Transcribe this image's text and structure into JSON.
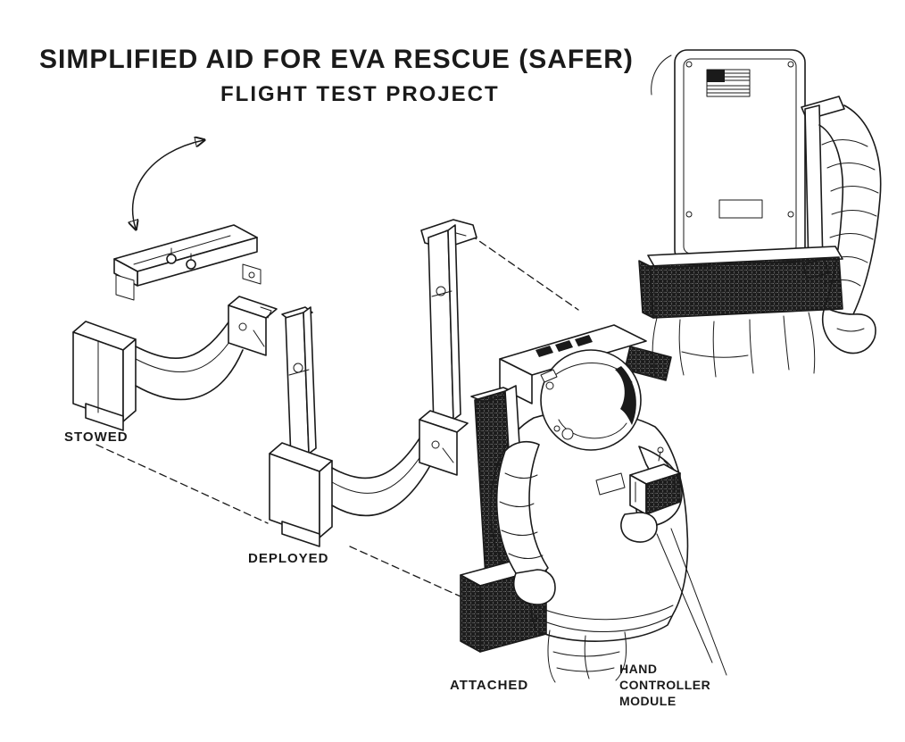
{
  "page": {
    "title": "SIMPLIFIED AID FOR EVA RESCUE (SAFER)",
    "subtitle": "FLIGHT TEST PROJECT"
  },
  "captions": {
    "stowed": "STOWED",
    "deployed": "DEPLOYED",
    "attached": "ATTACHED",
    "hand_controller": "HAND\nCONTROLLER\nMODULE"
  },
  "colors": {
    "ink": "#1a1a1a",
    "background": "#ffffff"
  }
}
